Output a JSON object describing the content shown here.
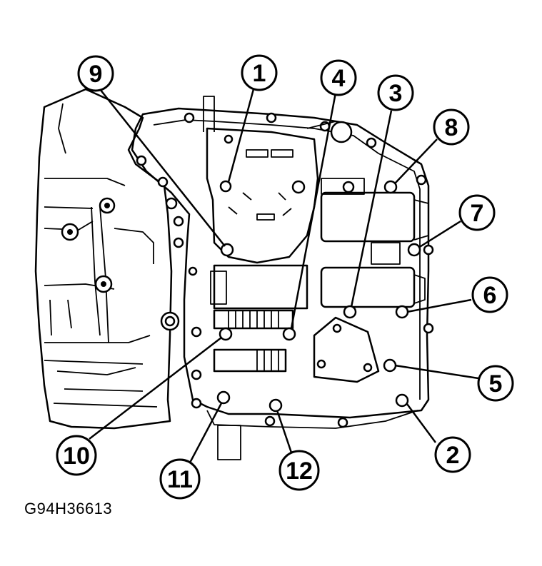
{
  "figure_code": "G94H36613",
  "callouts": [
    {
      "id": 1,
      "label": "1"
    },
    {
      "id": 2,
      "label": "2"
    },
    {
      "id": 3,
      "label": "3"
    },
    {
      "id": 4,
      "label": "4"
    },
    {
      "id": 5,
      "label": "5"
    },
    {
      "id": 6,
      "label": "6"
    },
    {
      "id": 7,
      "label": "7"
    },
    {
      "id": 8,
      "label": "8"
    },
    {
      "id": 9,
      "label": "9"
    },
    {
      "id": 10,
      "label": "10"
    },
    {
      "id": 11,
      "label": "11"
    },
    {
      "id": 12,
      "label": "12"
    }
  ]
}
